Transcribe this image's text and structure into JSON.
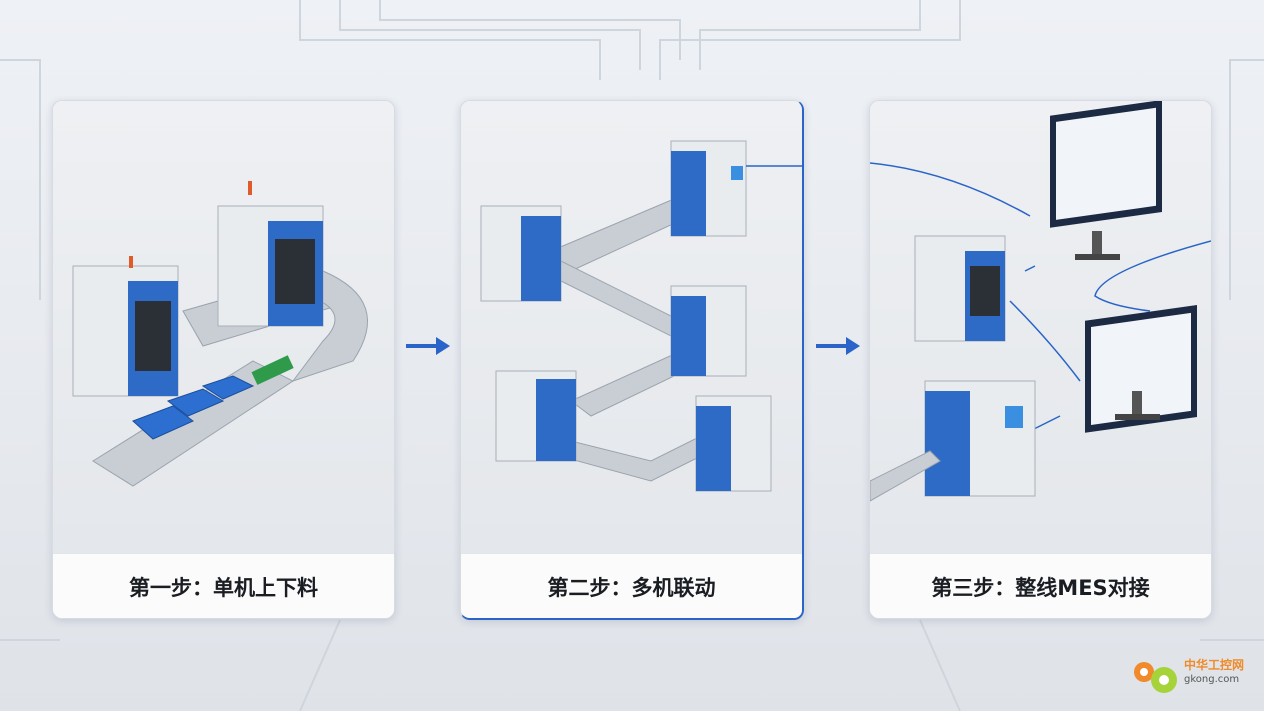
{
  "steps": [
    {
      "caption": "第一步：单机上下料"
    },
    {
      "caption": "第二步：多机联动"
    },
    {
      "caption": "第三步：整线MES对接"
    }
  ],
  "watermark": {
    "cn": "中华工控网",
    "en": "gkong.com"
  },
  "colors": {
    "accent": "#2a64c8",
    "machine": "#2e6bc6",
    "bin": "#2c6fd1",
    "roller": "#2e9a4a"
  }
}
